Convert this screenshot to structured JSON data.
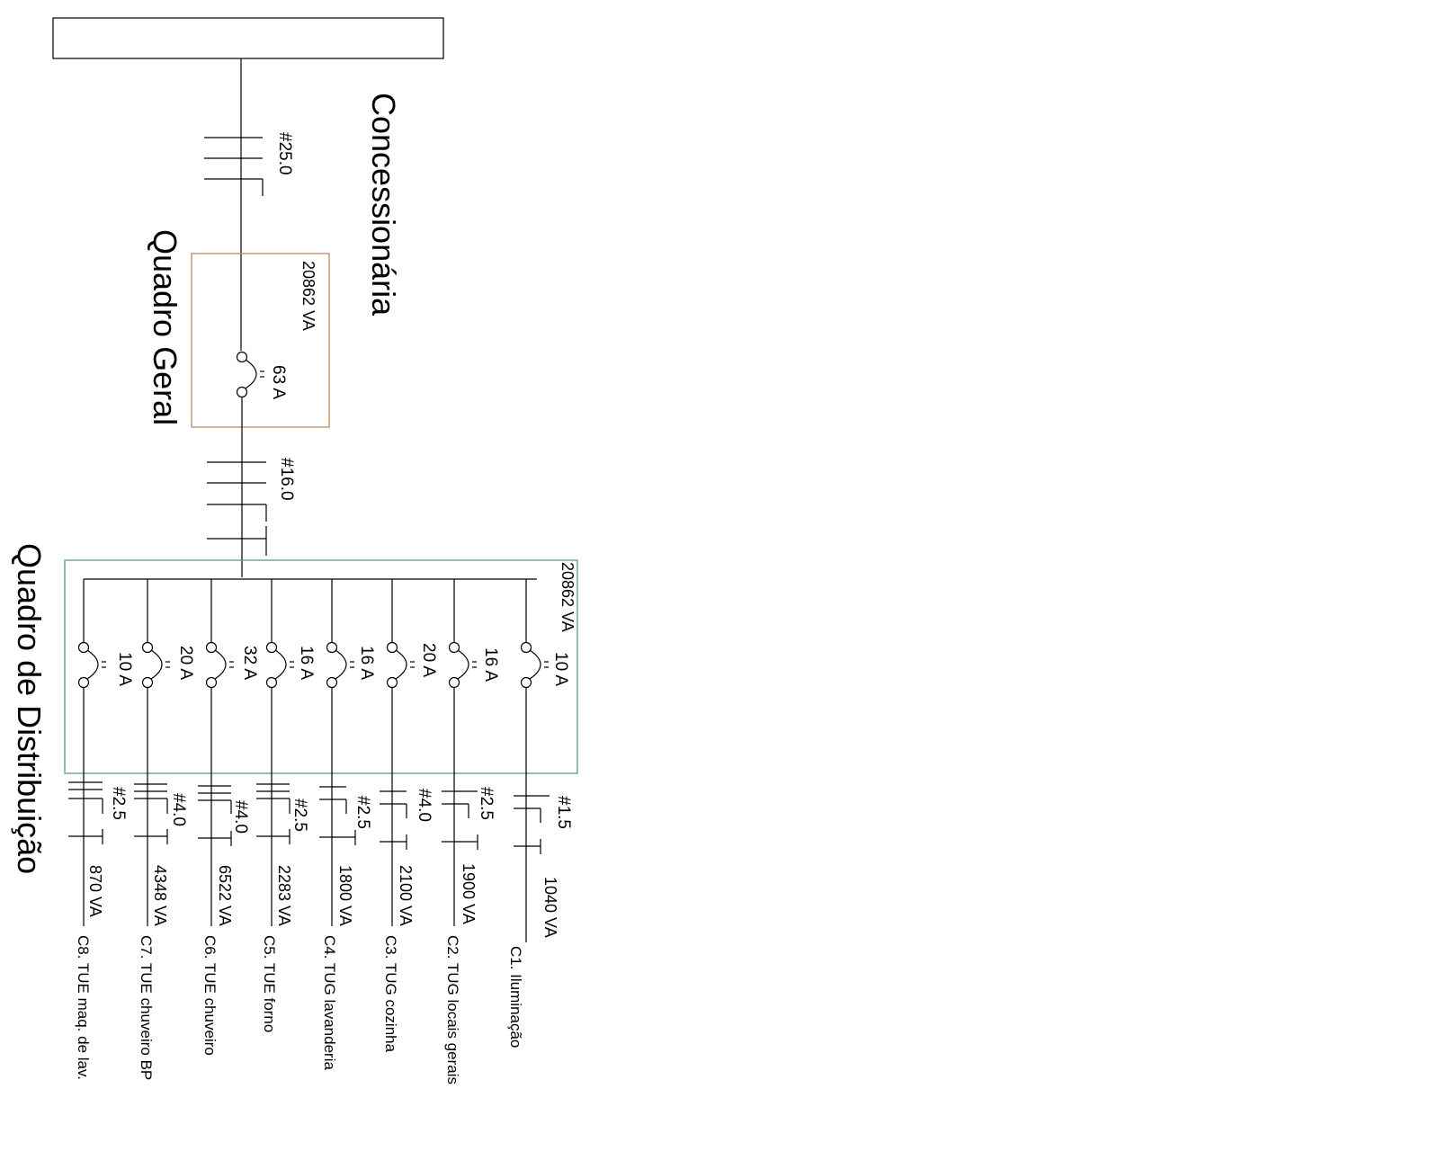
{
  "colors": {
    "line": "#000000",
    "quadro_geral_border": "#c0875a",
    "quadro_distribuicao_border": "#5c9c80",
    "background": "#ffffff"
  },
  "labels": {
    "concessionaria": "Concessionária",
    "quadro_geral": "Quadro Geral",
    "quadro_distribuicao": "Quadro de Distribuição"
  },
  "service_entrance": {
    "cable_gauge": "#25.0"
  },
  "quadro_geral": {
    "total_load": "20862 VA",
    "breaker": "63 A",
    "feeder_gauge": "#16.0"
  },
  "quadro_distribuicao": {
    "total_load": "20862 VA"
  },
  "circuits": [
    {
      "id": "C1",
      "breaker": "10 A",
      "gauge": "#1.5",
      "load": "1040 VA",
      "description": "C1. Iluminação"
    },
    {
      "id": "C2",
      "breaker": "16 A",
      "gauge": "#2.5",
      "load": "1900 VA",
      "description": "C2. TUG locais gerais"
    },
    {
      "id": "C3",
      "breaker": "20 A",
      "gauge": "#4.0",
      "load": "2100 VA",
      "description": "C3. TUG cozinha"
    },
    {
      "id": "C4",
      "breaker": "16 A",
      "gauge": "#2.5",
      "load": "1800 VA",
      "description": "C4. TUG lavanderia"
    },
    {
      "id": "C5",
      "breaker": "16 A",
      "gauge": "#2.5",
      "load": "2283 VA",
      "description": "C5. TUE forno"
    },
    {
      "id": "C6",
      "breaker": "32 A",
      "gauge": "#4.0",
      "load": "6522 VA",
      "description": "C6. TUE chuveiro"
    },
    {
      "id": "C7",
      "breaker": "20 A",
      "gauge": "#4.0",
      "load": "4348 VA",
      "description": "C7. TUE chuveiro BP"
    },
    {
      "id": "C8",
      "breaker": "10 A",
      "gauge": "#2.5",
      "load": "870 VA",
      "description": "C8. TUE maq. de lav."
    }
  ]
}
